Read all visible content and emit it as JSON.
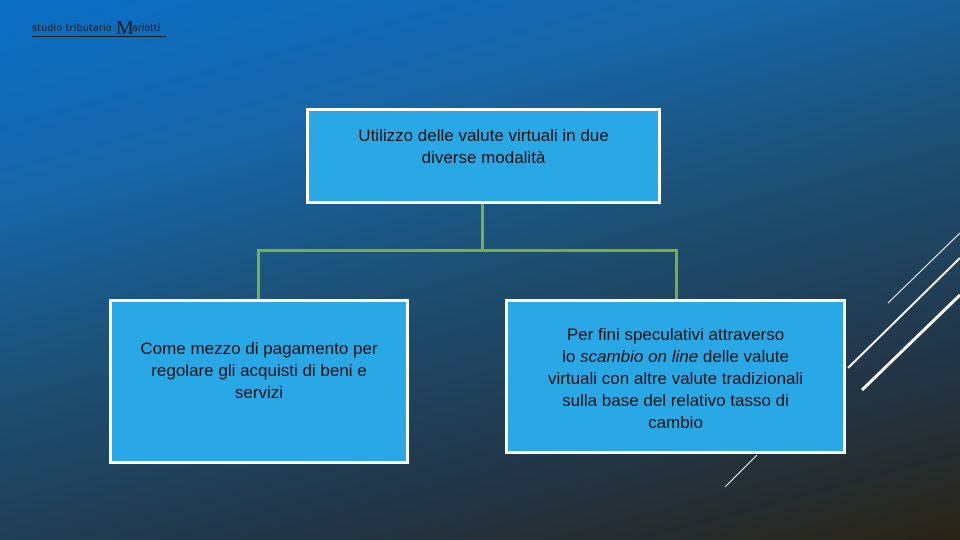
{
  "logo": {
    "text_left": "studio tributario",
    "letter": "M",
    "text_right": "ariotti"
  },
  "diagram": {
    "root": {
      "line1": "Utilizzo delle valute virtuali in due",
      "line2": "diverse modalità"
    },
    "left": {
      "line1": "Come mezzo di pagamento per",
      "line2": "regolare gli acquisti di beni e",
      "line3": "servizi"
    },
    "right": {
      "line1": "Per fini speculativi attraverso",
      "line2_pre": "lo ",
      "line2_em": "scambio on line",
      "line2_post": " delle valute",
      "line3": "virtuali con altre valute tradizionali",
      "line4": "sulla base del relativo tasso di",
      "line5": "cambio"
    }
  },
  "colors": {
    "box_fill": "#2aa8e6",
    "connector": "#7aae3e",
    "border": "#ffffff"
  }
}
